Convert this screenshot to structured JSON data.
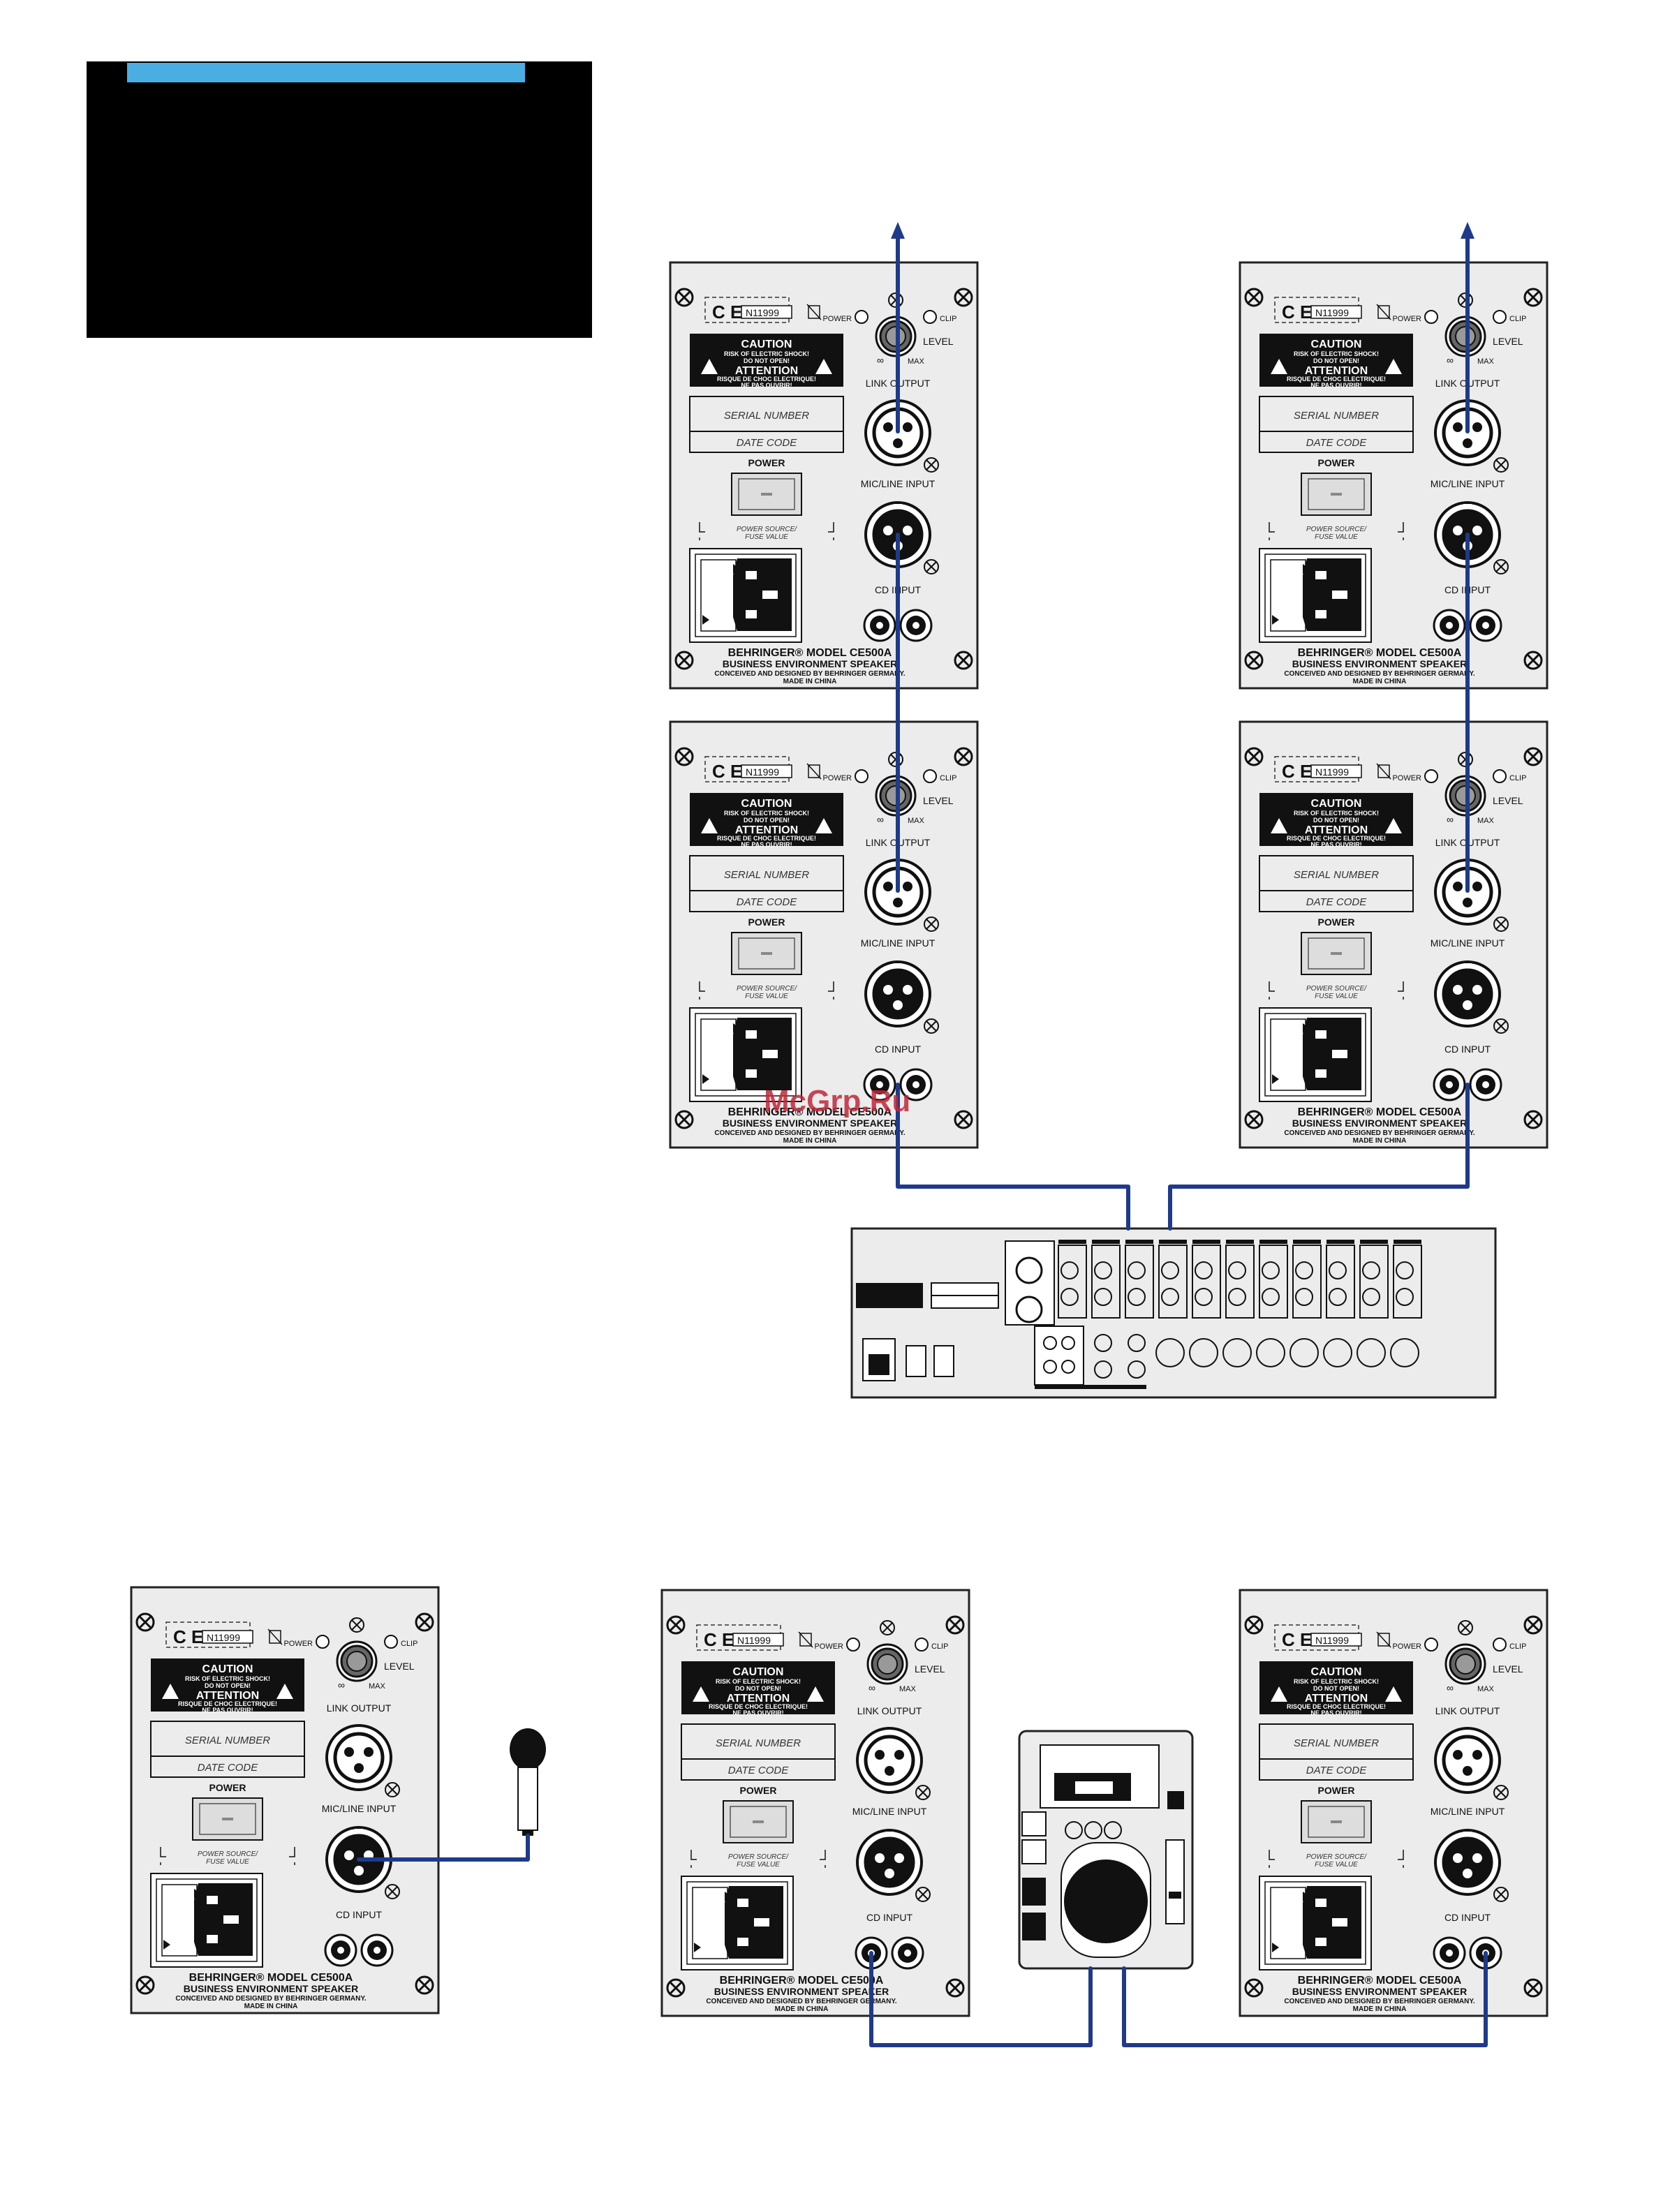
{
  "panel": {
    "power_label": "POWER",
    "clip_label": "CLIP",
    "level_label": "LEVEL",
    "inf_label": "∞",
    "max_label": "MAX",
    "caution": "CAUTION",
    "caution_sub1": "RISK OF ELECTRIC SHOCK!",
    "caution_sub2": "DO NOT OPEN!",
    "attention": "ATTENTION",
    "attention_sub1": "RISQUE DE CHOC ELECTRIQUE!",
    "attention_sub2": "NE PAS OUVRIR!",
    "serial": "SERIAL NUMBER",
    "date_code": "DATE CODE",
    "link_output": "LINK OUTPUT",
    "mic_line_input": "MIC/LINE INPUT",
    "cd_input": "CD INPUT",
    "power_switch": "POWER",
    "fuse1": "POWER SOURCE/",
    "fuse2": "FUSE VALUE",
    "cert_ce": "C E",
    "cert_code": "N11999",
    "model1": "BEHRINGER® MODEL CE500A",
    "model2": "BUSINESS ENVIRONMENT SPEAKER",
    "model3": "CONCEIVED AND DESIGNED BY BEHRINGER GERMANY.",
    "model4": "MADE IN CHINA"
  },
  "watermark": "McGrp.Ru",
  "colors": {
    "cable": "#1f3a8a",
    "title_bar": "#4aaee3",
    "panel_fill": "#ececec",
    "panel_stroke": "#222222"
  }
}
